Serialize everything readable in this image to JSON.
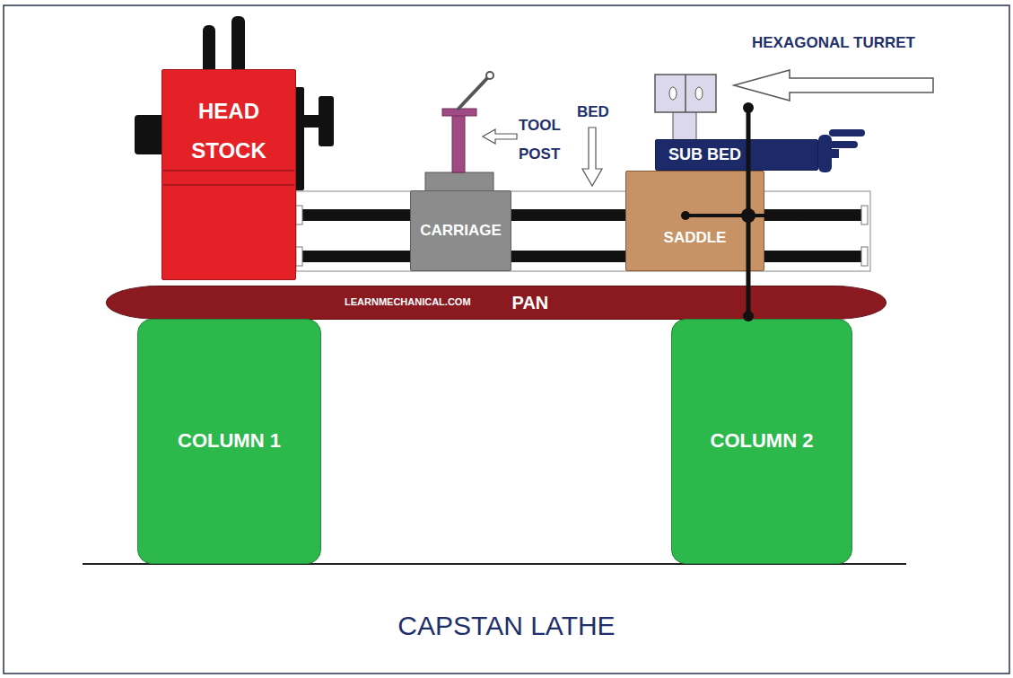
{
  "diagram": {
    "caption": "CAPSTAN LATHE",
    "nodes": [
      {
        "text": [
          "HEAD STOCK"
        ]
      },
      {
        "text": [
          "SUB BED"
        ]
      },
      {
        "text": [
          "CARRIAGE"
        ]
      },
      {
        "text": [
          "SADDLE"
        ]
      },
      {
        "text": [
          "LEARNMECHANICAL.COM",
          "PAN"
        ]
      },
      {
        "text": [
          "COLUMN 1"
        ]
      },
      {
        "text": [
          "COLUMN 2"
        ]
      }
    ],
    "labels": [
      "TOOL POST",
      "BED",
      "HEXAGONAL TURRET"
    ]
  }
}
